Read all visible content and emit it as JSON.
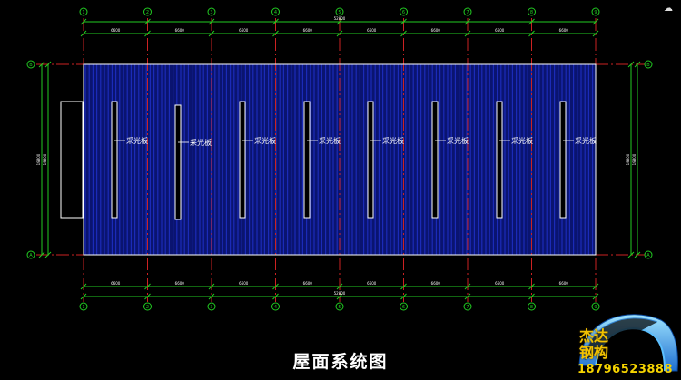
{
  "drawing": {
    "caption": "屋面系统图",
    "total_length_label": "52800",
    "span_labels": [
      "6600",
      "6600",
      "6600",
      "6600",
      "6600",
      "6600",
      "6600",
      "6600"
    ],
    "depth_label": "19800",
    "grid_labels_top": [
      "1",
      "2",
      "3",
      "4",
      "5",
      "6",
      "7",
      "8",
      "9"
    ],
    "grid_labels_side": [
      "B",
      "A"
    ],
    "skylight_label": "采光板",
    "skylight_count": 8,
    "colors": {
      "background": "#000000",
      "grid_line": "#cc2222",
      "dimension": "#22cc22",
      "roof_outline": "#ffffff",
      "roof_panel": "#1b2bb8",
      "text": "#ffffff"
    }
  },
  "brand": {
    "name": "杰达钢构",
    "phone": "18796523888"
  }
}
